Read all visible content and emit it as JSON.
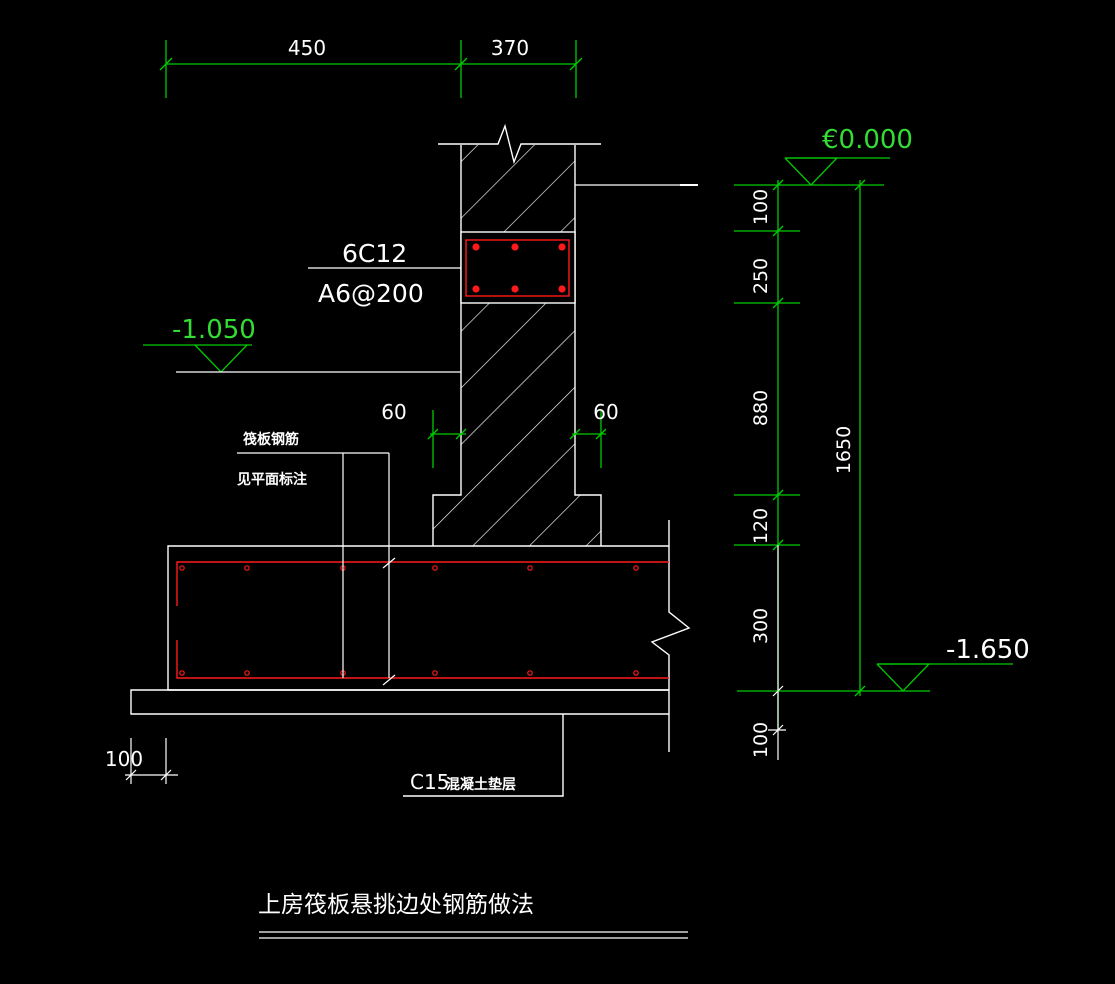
{
  "colors": {
    "background": "#000000",
    "outline": "#ffffff",
    "dimension_line": "#00cc00",
    "level_green": "#33dd33",
    "rebar": "#ff1a1a"
  },
  "dimensions": {
    "top_left": "450",
    "top_right": "370",
    "step_left": "60",
    "step_right": "60",
    "bottom_left": "100",
    "right_chain": [
      "100",
      "250",
      "880",
      "120",
      "300",
      "100"
    ],
    "total_height": "1650"
  },
  "levels": {
    "top": "€0.000",
    "ground": "-1.050",
    "bottom": "-1.650"
  },
  "annotations": {
    "beam_main_bars": "6C12",
    "beam_stirrups": "A6@200",
    "raft_rebar": "筏板钢筋",
    "see_plan": "见平面标注",
    "cushion_grade": "C15",
    "cushion_text": "混凝土垫层"
  },
  "title": "上房筏板悬挑边处钢筋做法"
}
